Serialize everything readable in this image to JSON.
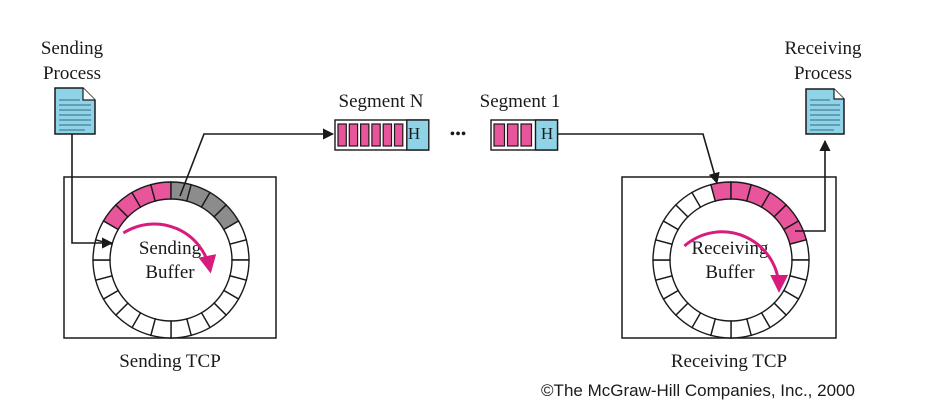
{
  "sending_process": {
    "line1": "Sending",
    "line2": "Process"
  },
  "receiving_process": {
    "line1": "Receiving",
    "line2": "Process"
  },
  "segment_n": {
    "label": "Segment N",
    "header": "H"
  },
  "segment_1": {
    "label": "Segment 1",
    "header": "H"
  },
  "ellipsis": "•••",
  "sending_buffer": {
    "line1": "Sending",
    "line2": "Buffer"
  },
  "receiving_buffer": {
    "line1": "Receiving",
    "line2": "Buffer"
  },
  "sending_tcp": "Sending TCP",
  "receiving_tcp": "Receiving TCP",
  "copyright": "©The McGraw-Hill Companies, Inc., 2000",
  "colors": {
    "data": "#e8559a",
    "header": "#8fd3e8",
    "sent": "#8c8c8c",
    "arrow": "#d81b7c",
    "document": "#8fd3e8"
  }
}
